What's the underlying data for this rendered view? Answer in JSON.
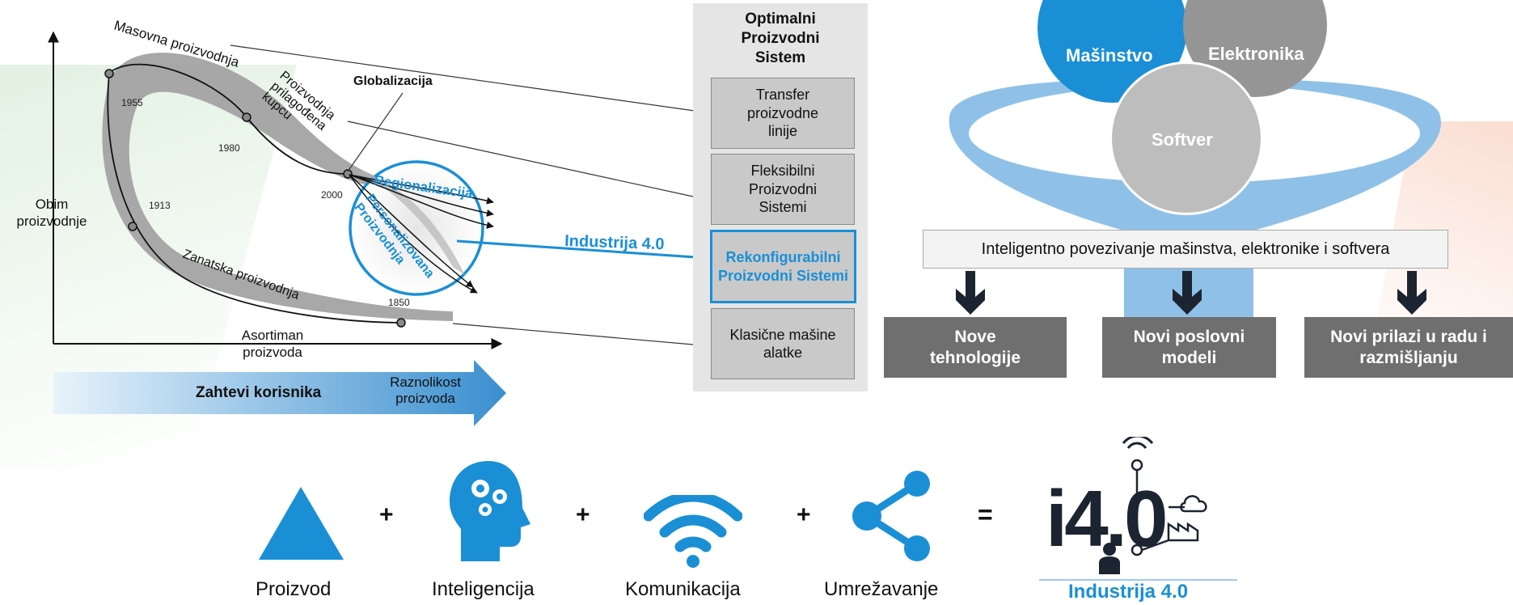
{
  "evolution_diagram": {
    "y_axis_label": "Obim proizvodnje",
    "x_axis_label": "Asortiman proizvoda",
    "paradigms": {
      "masovna": "Masovna proizvodnja",
      "prilagodjena": "Proizvodnja prilagođena kupcu",
      "globalizacija": "Globalizacija",
      "regionalizacija": "Regionalizacija",
      "personalizovana": "Personalizovana Proizvodnja",
      "zanatska": "Zanatska proizvodnja"
    },
    "years": [
      "1955",
      "1980",
      "2000",
      "1913",
      "1850"
    ],
    "industrija_label": "Industrija 4.0",
    "arrow_left": "Zahtevi korisnika",
    "arrow_right": "Raznolikost proizvoda"
  },
  "optimal_system": {
    "title": "Optimalni Proizvodni Sistem",
    "items": [
      {
        "label": "Transfer proizvodne linije",
        "highlight": false
      },
      {
        "label": "Fleksibilni Proizvodni Sistemi",
        "highlight": false
      },
      {
        "label": "Rekonfigurabilni Proizvodni Sistemi",
        "highlight": true
      },
      {
        "label": "Klasične mašine alatke",
        "highlight": false
      }
    ]
  },
  "funnel": {
    "circles": [
      "Mašinstvo",
      "Elektronika",
      "Softver"
    ],
    "banner": "Inteligentno povezivanje mašinstva, elektronike i softvera",
    "outcomes": [
      "Nove tehnologije",
      "Novi poslovni modeli",
      "Novi prilazi u radu i razmišljanju"
    ]
  },
  "equation": {
    "items": [
      "Proizvod",
      "Inteligencija",
      "Komunikacija",
      "Umrežavanje"
    ],
    "plus": "+",
    "equals": "=",
    "logo_text": "i4.0",
    "logo_caption": "Industrija 4.0"
  },
  "colors": {
    "blue": "#1a8fd6",
    "grey_dark": "#6f6f6f",
    "grey_mid": "#9d9d9d",
    "grey_light": "#bdbdbd",
    "funnel_blue": "#8fc1e8",
    "dark_navy": "#1b2430"
  }
}
